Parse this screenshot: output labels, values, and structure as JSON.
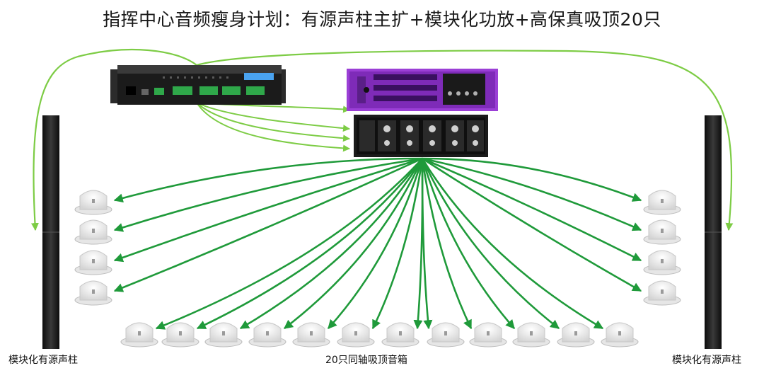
{
  "title": "指挥中心音频瘦身计划：有源声柱主扩+模块化功放+高保真吸顶20只",
  "labels": {
    "left_column": "模块化有源声柱",
    "right_column": "模块化有源声柱",
    "ceiling_group": "20只同轴吸顶音箱"
  },
  "colors": {
    "line": "#7dcc45",
    "arrow": "#1f9a3a",
    "amp_purple": "#9b3fd6",
    "device_black": "#1b1b1b",
    "terminal_green": "#2fa84a",
    "lcd_blue": "#4aa3f0"
  },
  "icons": {
    "processor": "audio-processor-icon",
    "amplifier": "power-amplifier-icon",
    "module_amp": "module-amplifier-icon",
    "column": "column-speaker-icon",
    "ceiling": "ceiling-speaker-icon"
  },
  "counts": {
    "ceiling_speakers": 20
  }
}
